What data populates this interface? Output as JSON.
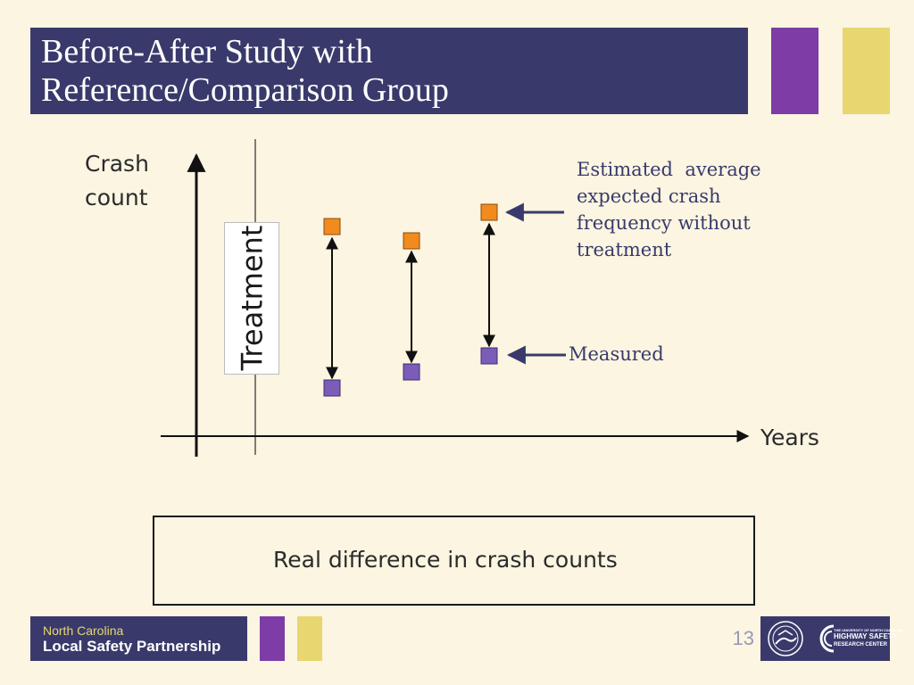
{
  "slide": {
    "title_line1": "Before-After Study with",
    "title_line2": "Reference/Comparison Group",
    "page_number": "13"
  },
  "diagram": {
    "y_axis_label_line1": "Crash",
    "y_axis_label_line2": "count",
    "x_axis_label": "Years",
    "treatment_label": "Treatment",
    "annotation_estimated_line1": "Estimated  average",
    "annotation_estimated_line2": "expected crash",
    "annotation_estimated_line3": "frequency without",
    "annotation_estimated_line4": "treatment",
    "annotation_measured": "Measured",
    "legend_text": "Real difference in crash counts",
    "colors": {
      "estimated_marker": "#f28a1e",
      "measured_marker": "#7b5cb8",
      "title_bar": "#393a6b",
      "accent_purple": "#7d3ca6",
      "accent_yellow": "#e8d670"
    }
  },
  "footer": {
    "brand_line1": "North Carolina",
    "brand_line2": "Local Safety Partnership",
    "logo2_line1": "THE UNIVERSITY OF NORTH CAROLINA",
    "logo2_line2": "HIGHWAY SAFETY",
    "logo2_line3": "RESEARCH CENTER"
  }
}
